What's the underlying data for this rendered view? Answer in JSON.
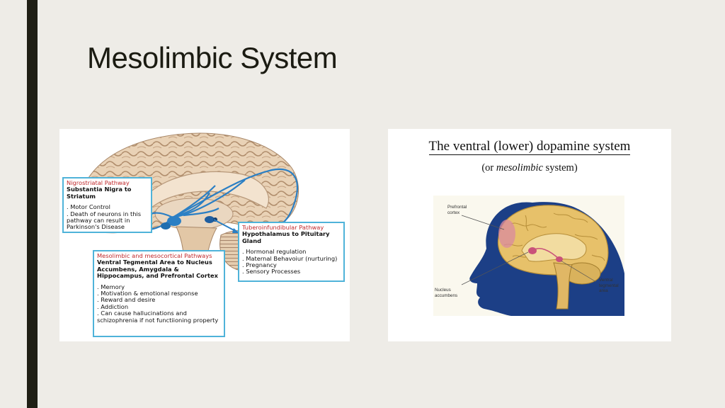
{
  "slide": {
    "title": "Mesolimbic System"
  },
  "left_figure": {
    "nigrostriatal": {
      "heading": "Nigrostriatal Pathway",
      "subtitle": "Substantia Nigra to Striatum",
      "items": [
        ". Motor Control",
        ". Death of neurons in this pathway can result in Parkinson's Disease"
      ]
    },
    "tuberoinfundibular": {
      "heading": "Tuberoinfundibular Pathway",
      "subtitle": "Hypothalamus to Pituitary Gland",
      "items": [
        ". Hormonal regulation",
        ". Maternal Behavoiur (nurturing)",
        ". Pregnancy",
        ". Sensory Processes"
      ]
    },
    "mesolimbic": {
      "heading": "Mesolimbic and mesocortical Pathways",
      "subtitle": "Ventral Tegmental Area to Nucleus Accumbens, Amygdala & Hippocampus, and Prefrontal Cortex",
      "items": [
        ". Memory",
        ". Motivation & emotional response",
        ". Reward and desire",
        ". Addiction",
        ". Can cause hallucinations and schizophrenia if not functiioning property"
      ]
    }
  },
  "right_figure": {
    "title": "The ventral (lower) dopamine system",
    "subtitle_open": "(or ",
    "subtitle_em": "mesolimbic",
    "subtitle_close": " system)",
    "labels": {
      "prefrontal_1": "Prefrontal",
      "prefrontal_2": "cortex",
      "nucleus_1": "Nucleus",
      "nucleus_2": "accumbens",
      "vta_1": "Ventral",
      "vta_2": "tegmental",
      "vta_3": "area"
    }
  },
  "colors": {
    "background": "#eeece7",
    "accent_bar": "#1f1f15",
    "box_border": "#4fb3d9",
    "box_heading": "#c0282b",
    "pathway_blue": "#2b7fc4",
    "head_silhouette": "#1c3f86"
  }
}
